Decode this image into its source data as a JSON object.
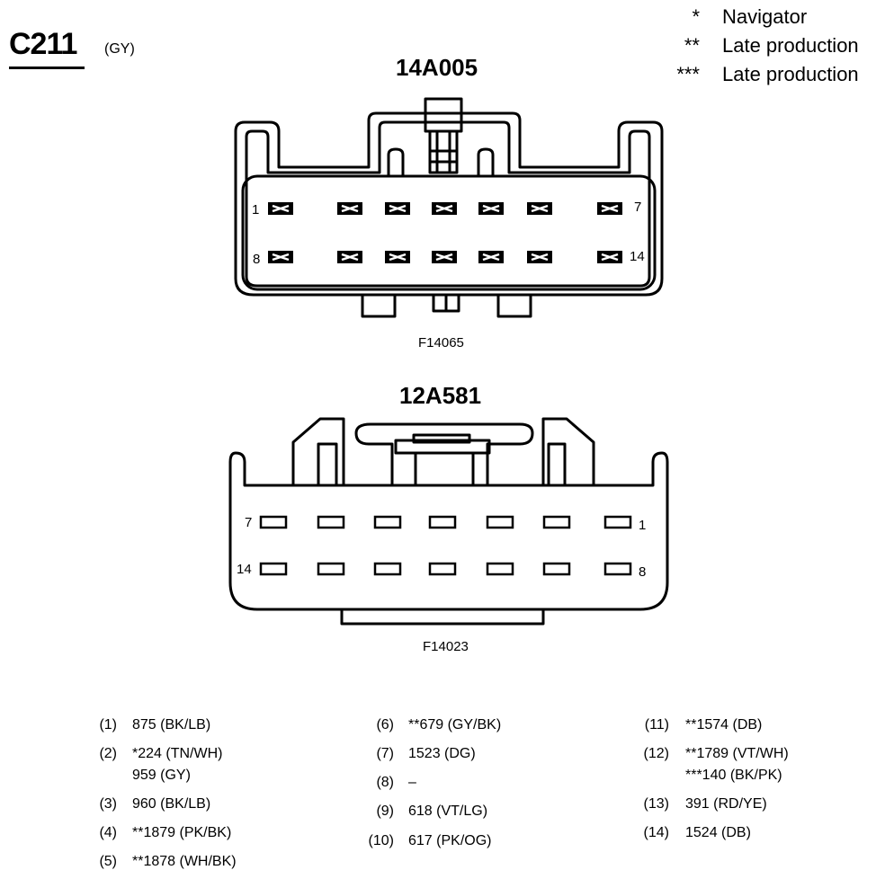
{
  "header": {
    "connector_id": "C211",
    "color_code": "(GY)"
  },
  "legend": [
    {
      "mark": "*",
      "text": "Navigator"
    },
    {
      "mark": "**",
      "text": "Late production"
    },
    {
      "mark": "***",
      "text": "Late production"
    }
  ],
  "connectors": {
    "top": {
      "part_number": "14A005",
      "figure_code": "F14065",
      "pin_labels": {
        "tl": "1",
        "tr": "7",
        "bl": "8",
        "br": "14"
      }
    },
    "bottom": {
      "part_number": "12A581",
      "figure_code": "F14023",
      "pin_labels": {
        "tl": "7",
        "tr": "1",
        "bl": "14",
        "br": "8"
      }
    }
  },
  "pinout": {
    "col1": [
      {
        "num": "(1)",
        "lines": [
          "875 (BK/LB)"
        ]
      },
      {
        "num": "(2)",
        "lines": [
          "*224 (TN/WH)",
          "959 (GY)"
        ]
      },
      {
        "num": "(3)",
        "lines": [
          "960 (BK/LB)"
        ]
      },
      {
        "num": "(4)",
        "lines": [
          "**1879 (PK/BK)"
        ]
      },
      {
        "num": "(5)",
        "lines": [
          "**1878 (WH/BK)"
        ]
      }
    ],
    "col2": [
      {
        "num": "(6)",
        "lines": [
          "**679 (GY/BK)"
        ]
      },
      {
        "num": "(7)",
        "lines": [
          "1523 (DG)"
        ]
      },
      {
        "num": "(8)",
        "lines": [
          "–"
        ]
      },
      {
        "num": "(9)",
        "lines": [
          "618 (VT/LG)"
        ]
      },
      {
        "num": "(10)",
        "lines": [
          "617 (PK/OG)"
        ]
      }
    ],
    "col3": [
      {
        "num": "(11)",
        "lines": [
          "**1574 (DB)"
        ]
      },
      {
        "num": "(12)",
        "lines": [
          "**1789 (VT/WH)",
          "***140 (BK/PK)"
        ]
      },
      {
        "num": "(13)",
        "lines": [
          "391 (RD/YE)"
        ]
      },
      {
        "num": "(14)",
        "lines": [
          "1524 (DB)"
        ]
      }
    ]
  }
}
